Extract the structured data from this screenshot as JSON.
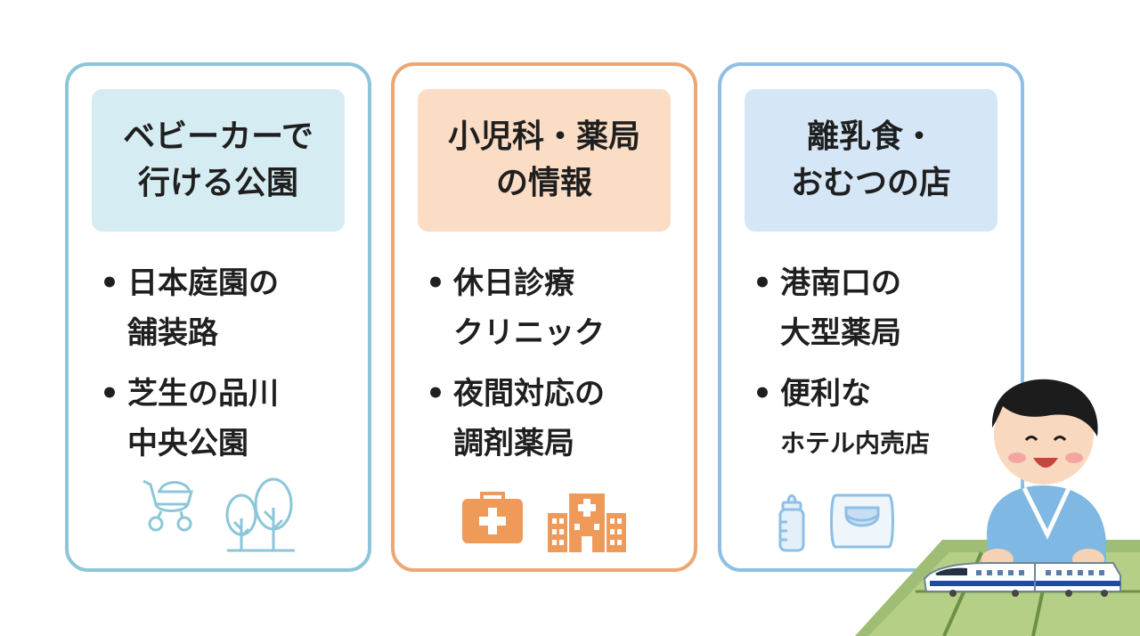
{
  "cards": [
    {
      "title_lines": [
        "ベビーカーで",
        "行ける公園"
      ],
      "items": [
        {
          "lines": [
            "日本庭園の",
            "舗装路"
          ]
        },
        {
          "lines": [
            "芝生の品川",
            "中央公園"
          ]
        }
      ],
      "icons": [
        "stroller-icon",
        "trees-icon"
      ]
    },
    {
      "title_lines": [
        "小児科・薬局",
        "の情報"
      ],
      "items": [
        {
          "lines": [
            "休日診療",
            "クリニック"
          ]
        },
        {
          "lines": [
            "夜間対応の",
            "調剤薬局"
          ]
        }
      ],
      "icons": [
        "first-aid-kit-icon",
        "hospital-icon"
      ]
    },
    {
      "title_lines": [
        "離乳食・",
        "おむつの店"
      ],
      "items": [
        {
          "lines": [
            "港南口の",
            "大型薬局"
          ]
        },
        {
          "lines": [
            "便利な",
            "ホテル内売店"
          ]
        }
      ],
      "icons": [
        "baby-bottle-icon",
        "diaper-pack-icon"
      ]
    }
  ],
  "bullet": "•",
  "colors": {
    "card1_border": "#8cc6d8",
    "card1_header": "#d6ecf3",
    "card2_border": "#eea774",
    "card2_header": "#fbdcc4",
    "card3_border": "#8fbfe6",
    "card3_header": "#d5e7f7",
    "medical_orange": "#f09a5a"
  }
}
